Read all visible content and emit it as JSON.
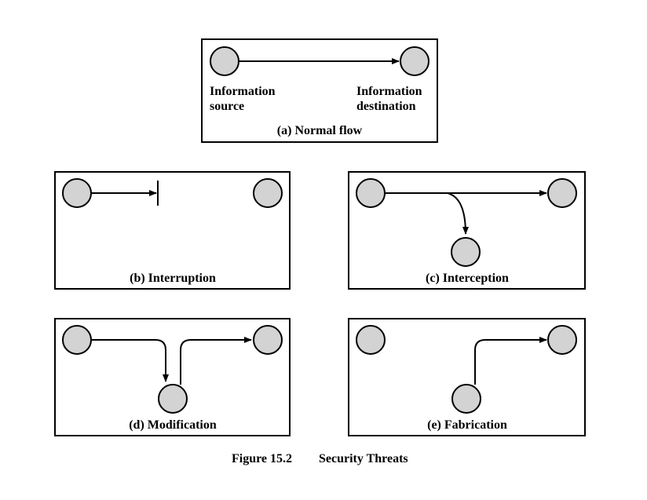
{
  "panels": {
    "a": {
      "caption": "(a) Normal flow",
      "source_label": [
        "Information",
        "source"
      ],
      "destination_label": [
        "Information",
        "destination"
      ]
    },
    "b": {
      "caption": "(b) Interruption"
    },
    "c": {
      "caption": "(c) Interception"
    },
    "d": {
      "caption": "(d) Modification"
    },
    "e": {
      "caption": "(e) Fabrication"
    }
  },
  "figure_caption": {
    "number": "Figure 15.2",
    "title": "Security Threats"
  },
  "colors": {
    "node_fill": "#d3d3d3",
    "stroke": "#000000",
    "background": "#ffffff"
  }
}
